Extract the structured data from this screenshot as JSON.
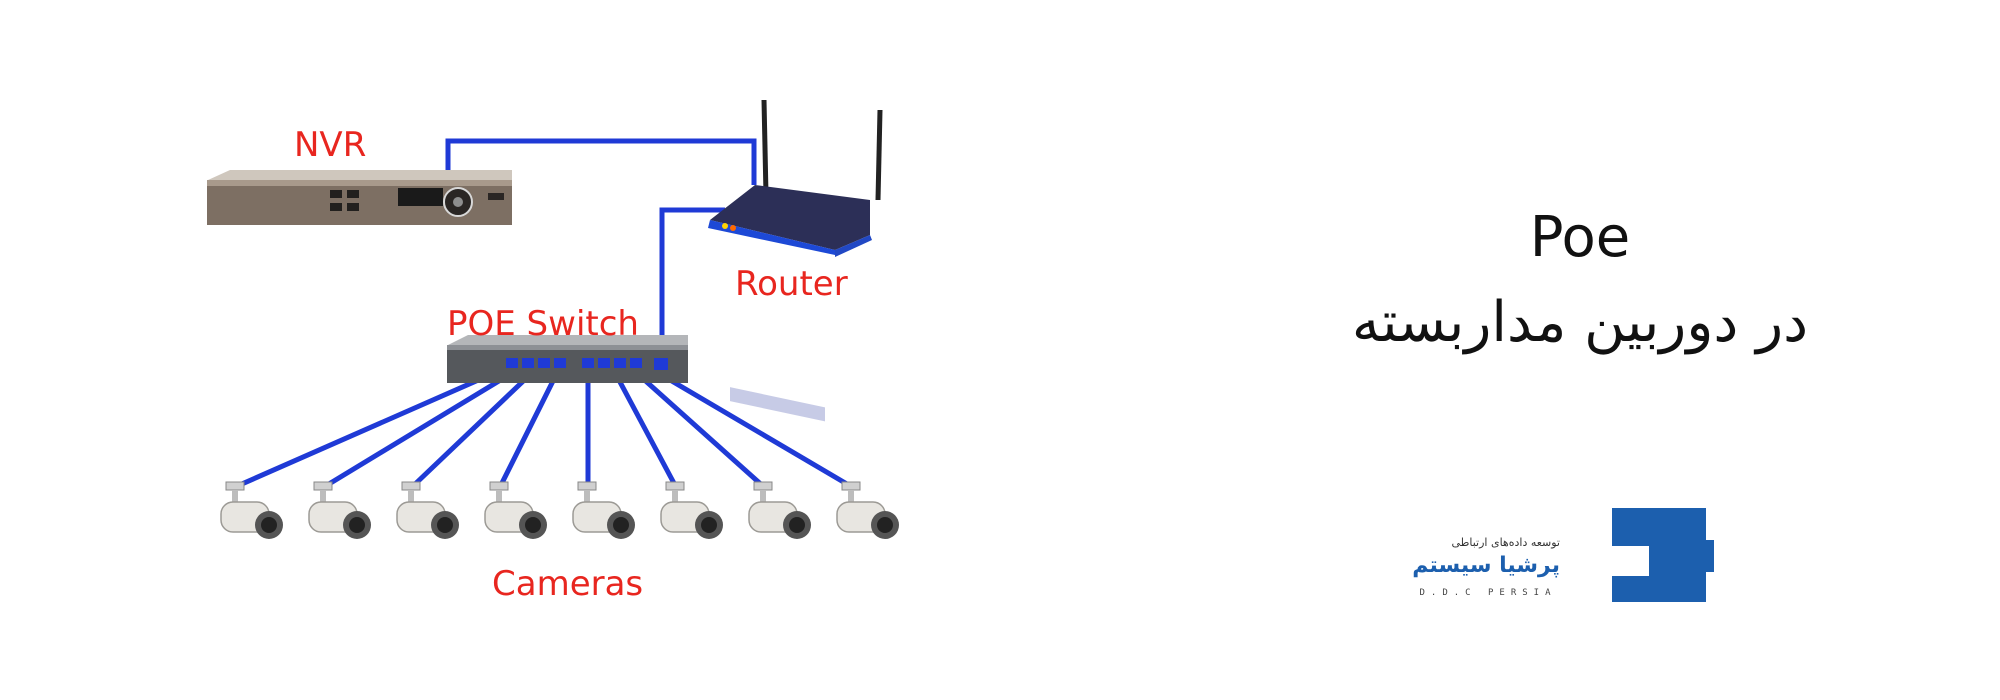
{
  "diagram": {
    "labels": {
      "nvr": "NVR",
      "router": "Router",
      "switch": "POE Switch",
      "cameras": "Cameras"
    },
    "colors": {
      "label": "#e8261f",
      "cable": "#1f3ad6"
    },
    "camera_count": 8
  },
  "title": {
    "en": "Poe",
    "fa": "در دوربین مداربسته"
  },
  "logo": {
    "tagline": "توسعه داده‌های ارتباطی",
    "name": "پرشیا سیستم",
    "latin": "D.D.C PERSIA",
    "color": "#1c5fae"
  }
}
